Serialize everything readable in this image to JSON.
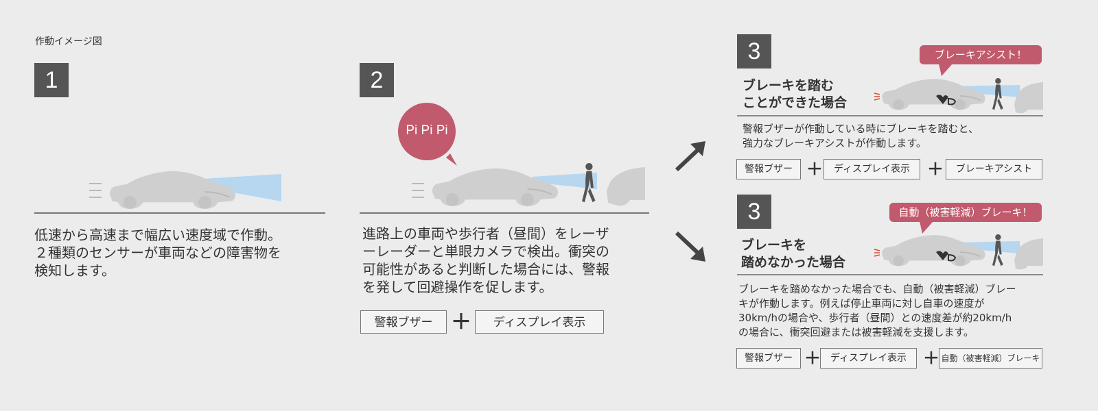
{
  "heading": "作動イメージ図",
  "panel1": {
    "number": "1",
    "description": [
      "低速から高速まで幅広い速度域で作動。",
      "２種類のセンサーが車両などの障害物を",
      "検知します。"
    ]
  },
  "panel2": {
    "number": "2",
    "bubble": "Pi Pi Pi",
    "description": [
      "進路上の車両や歩行者（昼間）をレーザ",
      "ーレーダーと単眼カメラで検出。衝突の",
      "可能性があると判断した場合には、警報",
      "を発して回避操作を促します。"
    ],
    "components": [
      "警報ブザー",
      "ディスプレイ表示"
    ],
    "plus": "＋"
  },
  "panel3a": {
    "number": "3",
    "title": [
      "ブレーキを踏む",
      "ことができた場合"
    ],
    "callout": "ブレーキアシスト！",
    "description": [
      "警報ブザーが作動している時にブレーキを踏むと、",
      "強力なブレーキアシストが作動します。"
    ],
    "components": [
      "警報ブザー",
      "ディスプレイ表示",
      "ブレーキアシスト"
    ],
    "plus": "＋"
  },
  "panel3b": {
    "number": "3",
    "title": [
      "ブレーキを",
      "踏めなかった場合"
    ],
    "callout": "自動（被害軽減）ブレーキ！",
    "description": [
      "ブレーキを踏めなかった場合でも、自動（被害軽減）ブレー",
      "キが作動します。例えば停止車両に対し自車の速度が",
      "30km/hの場合や、歩行者（昼間）との速度差が約20km/h",
      "の場合に、衝突回避または被害軽減を支援します。"
    ],
    "components": [
      "警報ブザー",
      "ディスプレイ表示",
      "自動（被害軽減）ブレーキ"
    ],
    "plus": "＋"
  },
  "colors": {
    "number_bg": "#555555",
    "accent": "#c15a6c",
    "sensor_beam": "#b7d6ef",
    "car": "#cfcfcf"
  },
  "icons": [
    "arrow-up-right-icon",
    "arrow-down-right-icon",
    "car-icon",
    "pedestrian-icon",
    "speed-lines-icon"
  ]
}
